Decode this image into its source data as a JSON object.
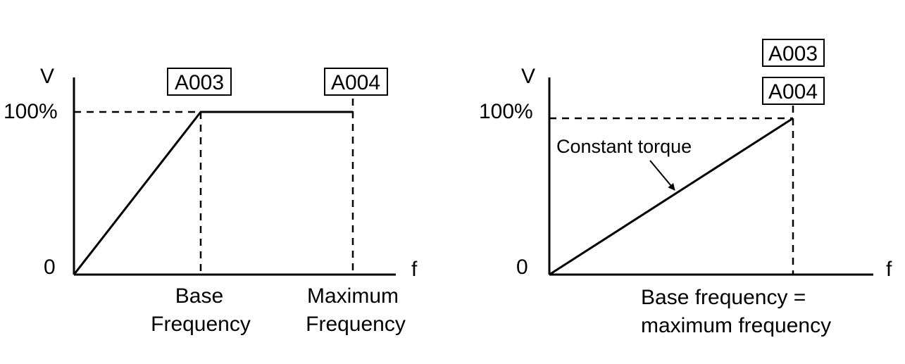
{
  "left": {
    "y_axis_label": "V",
    "x_axis_label": "f",
    "y_top_tick": "100%",
    "origin_tick": "0",
    "param_base": "A003",
    "param_max": "A004",
    "x_label_base_line1": "Base",
    "x_label_base_line2": "Frequency",
    "x_label_max_line1": "Maximum",
    "x_label_max_line2": "Frequency"
  },
  "right": {
    "y_axis_label": "V",
    "x_axis_label": "f",
    "y_top_tick": "100%",
    "origin_tick": "0",
    "param_base": "A003",
    "param_max": "A004",
    "annotation": "Constant torque",
    "x_label_line1": "Base frequency =",
    "x_label_line2": "maximum frequency"
  }
}
